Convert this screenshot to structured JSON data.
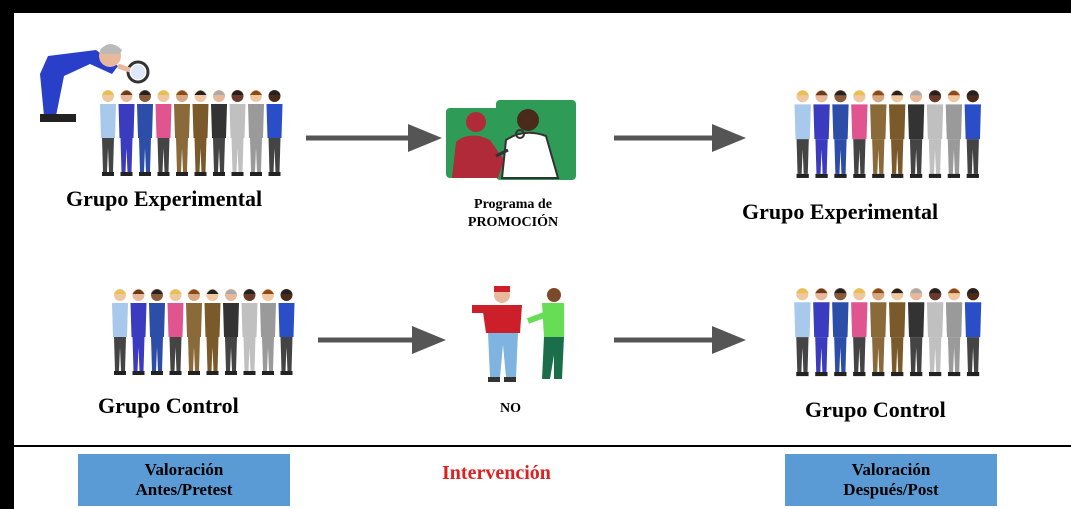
{
  "row1": {
    "left_label": "Grupo Experimental",
    "middle_label_line1": "Programa de",
    "middle_label_line2": "PROMOCIÓN",
    "right_label": "Grupo Experimental"
  },
  "row2": {
    "left_label": "Grupo Control",
    "middle_label": "NO",
    "right_label": "Grupo Control"
  },
  "footer": {
    "pre_line1": "Valoración",
    "pre_line2": "Antes/Pretest",
    "middle": "Intervención",
    "post_line1": "Valoración",
    "post_line2": "Después/Post"
  },
  "colors": {
    "box": "#5b9bd5",
    "intervention_text": "#e02020",
    "arrow": "#555555"
  }
}
